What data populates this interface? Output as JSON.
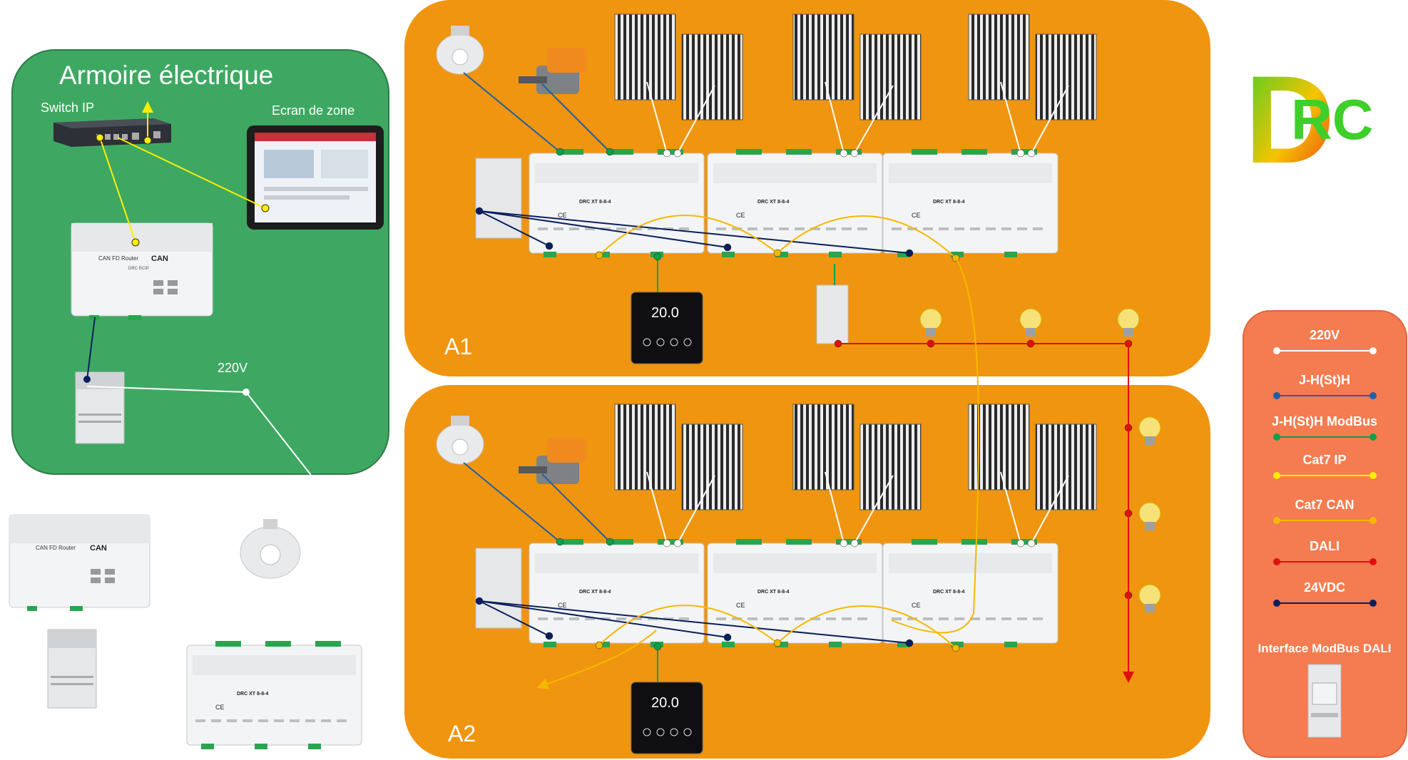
{
  "cabinet": {
    "title": "Armoire électrique",
    "switch_label": "Switch IP",
    "screen_label": "Ecran de zone",
    "voltage_label": "220V",
    "router_text": "CAN FD Router",
    "router_sub": "DRC RCIP",
    "can_text": "CAN"
  },
  "zones": [
    {
      "label": "A1"
    },
    {
      "label": "A2"
    }
  ],
  "device_text": {
    "module": "DRC XT 8-8-4",
    "thermostat_reading": "20.0",
    "ce_mark": "CE"
  },
  "logo_text": {
    "letter_d": "D",
    "letters_rc": "RC"
  },
  "legend": {
    "items": [
      {
        "label": "220V",
        "color": "#ffffff"
      },
      {
        "label": "J-H(St)H",
        "color": "#1f5fa6"
      },
      {
        "label": "J-H(St)H ModBus",
        "color": "#0aa14a"
      },
      {
        "label": "Cat7 IP",
        "color": "#ffee00"
      },
      {
        "label": "Cat7 CAN",
        "color": "#f5b800"
      },
      {
        "label": "DALI",
        "color": "#e01010"
      },
      {
        "label": "24VDC",
        "color": "#0a1f5c"
      }
    ],
    "interface_label": "Interface ModBus DALI"
  },
  "colors": {
    "cabinet_bg": "#3ea862",
    "zone_bg": "#f0950f",
    "legend_bg": "#f47c50"
  }
}
